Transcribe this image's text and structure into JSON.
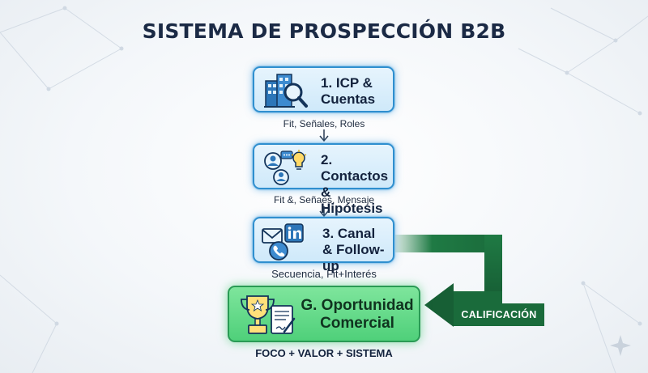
{
  "title": "SISTEMA DE PROSPECCIÓN B2B",
  "steps": [
    {
      "line1": "1. ICP &",
      "line2": "Cuentas",
      "subtitle": "Fit, Señales, Roles",
      "icon": "building-magnifier-icon"
    },
    {
      "line1": "2. Contactos",
      "line2": "& Hipótesis",
      "subtitle": "Fit &, Señaes, Mensaje",
      "icon": "contacts-idea-icon"
    },
    {
      "line1": "3. Canal",
      "line2": "& Follow-up",
      "subtitle": "Secuencia, Fit+Interés",
      "icon": "email-linkedin-phone-icon"
    }
  ],
  "goal": {
    "line1": "G. Oportunidad",
    "line2": "Comercial",
    "icon": "trophy-document-icon"
  },
  "feedback_label": "CALIFICACIÓN",
  "footer": "FOCO + VALOR + SISTEMA",
  "colors": {
    "step_border": "#2f8fcf",
    "step_fill": "#d8eefb",
    "goal_fill": "#5fd886",
    "arrow_green": "#1f6e3c",
    "title": "#1b2a45"
  }
}
